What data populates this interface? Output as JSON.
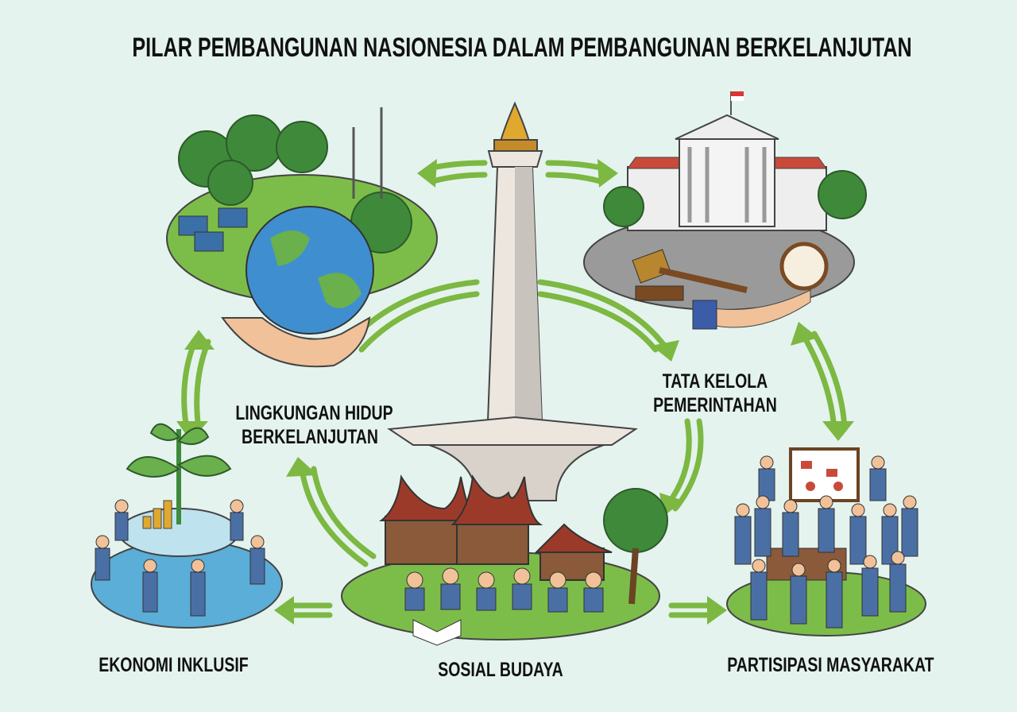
{
  "title": "PILAR PEMBANGUNAN NASIONESIA DALAM PEMBANGUNAN BERKELANJUTAN",
  "pillars": {
    "lingkungan": {
      "line1": "LINGKUNGAN HIDUP",
      "line2": "BERKELANJUTAN"
    },
    "tata_kelola": {
      "line1": "TATA KELOLA",
      "line2": "PEMERINTAHAN"
    },
    "ekonomi": "EKONOMI INKLUSIF",
    "sosial": "SOSIAL BUDAYA",
    "partisipasi": "PARTISIPASI MASYARAKAT"
  },
  "colors": {
    "background": "#e4f3ee",
    "arrow": "#7cb842",
    "globe": "#3f8fd0",
    "land": "#6ab04c",
    "monument": "#ece6de",
    "flame": "#e0a82e"
  }
}
